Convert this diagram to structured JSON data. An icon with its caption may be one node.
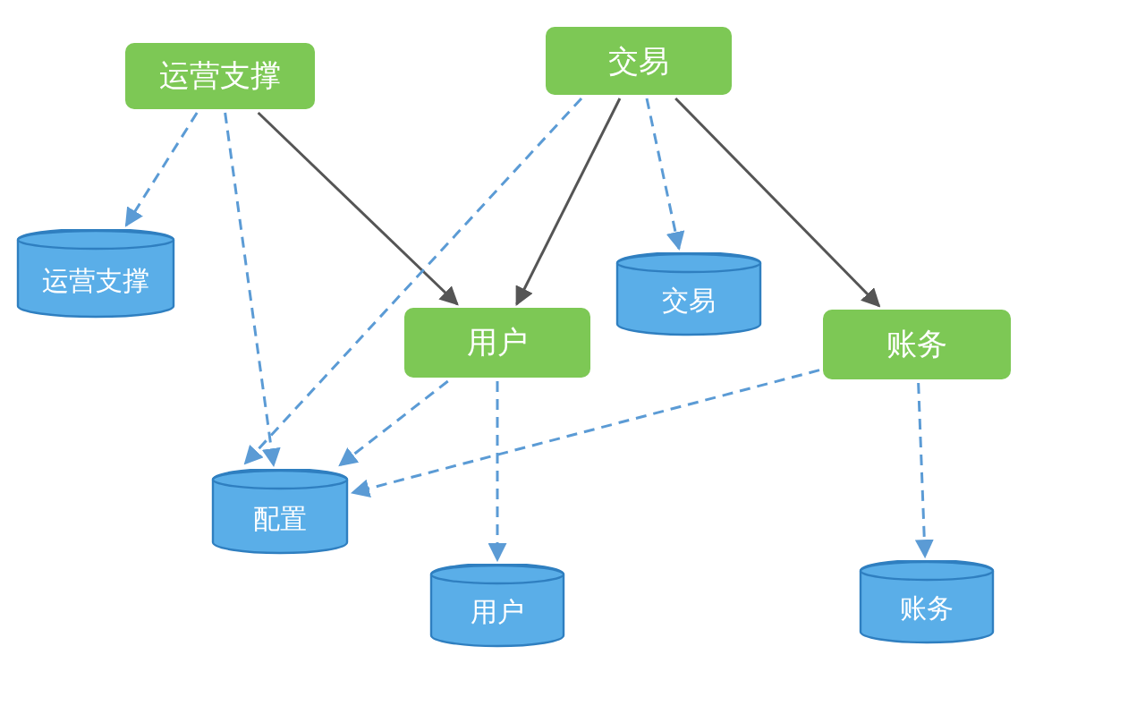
{
  "diagram": {
    "nodes": [
      {
        "text": [
          "运营支撑"
        ]
      },
      {
        "text": [
          "交易"
        ]
      },
      {
        "text": [
          "运营支撑"
        ]
      },
      {
        "text": [
          "交易"
        ]
      },
      {
        "text": [
          "用户"
        ]
      },
      {
        "text": [
          "账务"
        ]
      },
      {
        "text": [
          "配置"
        ]
      },
      {
        "text": [
          "用户"
        ]
      },
      {
        "text": [
          "账务"
        ]
      }
    ],
    "edges": [
      {
        "from": 0,
        "to": 2,
        "arrow": "to",
        "style": "dashed"
      },
      {
        "from": 0,
        "to": 6,
        "arrow": "to",
        "style": "dashed"
      },
      {
        "from": 0,
        "to": 4,
        "arrow": "to",
        "color": "#555555"
      },
      {
        "from": 1,
        "to": 6,
        "arrow": "to",
        "style": "dashed"
      },
      {
        "from": 1,
        "to": 3,
        "arrow": "to",
        "style": "dashed"
      },
      {
        "from": 1,
        "to": 4,
        "arrow": "to",
        "color": "#555555"
      },
      {
        "from": 1,
        "to": 5,
        "arrow": "to",
        "color": "#555555"
      },
      {
        "from": 4,
        "to": 6,
        "arrow": "to",
        "style": "dashed"
      },
      {
        "from": 4,
        "to": 7,
        "arrow": "to",
        "style": "dashed"
      },
      {
        "from": 5,
        "to": 6,
        "arrow": "to",
        "style": "dashed"
      },
      {
        "from": 5,
        "to": 8,
        "arrow": "to",
        "style": "dashed"
      }
    ]
  }
}
